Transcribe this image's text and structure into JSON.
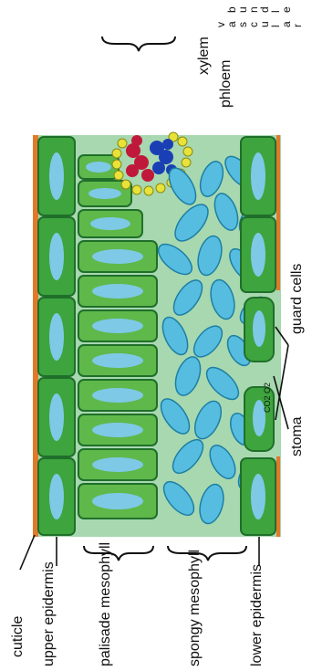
{
  "labels": {
    "vascular_bundle_letters": [
      "v",
      "a",
      "s",
      "c",
      "u",
      "l",
      "a",
      "r",
      "b",
      "u",
      "n",
      "d",
      "l",
      "e"
    ],
    "xylem": "xylem",
    "phloem": "phloem",
    "guard_cells": "guard cells",
    "stoma": "stoma",
    "gas_exchange": "CO2 O2",
    "cuticle": "cuticle",
    "upper_epidermis": "upper epidermis",
    "palisade_mesophyll": "palisade mesophyll",
    "spongy_mesophyll": "spongy mesophyll",
    "lower_epidermis": "lower epidermis"
  },
  "colors": {
    "cuticle": "#e07a2a",
    "epidermis_cell": "#3ea43e",
    "epidermis_border": "#1f6f2a",
    "tissue_bg": "#a8d8b0",
    "palisade_cell": "#5fb84a",
    "nucleus": "#7ec9e6",
    "spongy_cell": "#56bde0",
    "xylem": "#c0183a",
    "phloem": "#1a3fb5",
    "bundle_sheath": "#e8e23a"
  }
}
